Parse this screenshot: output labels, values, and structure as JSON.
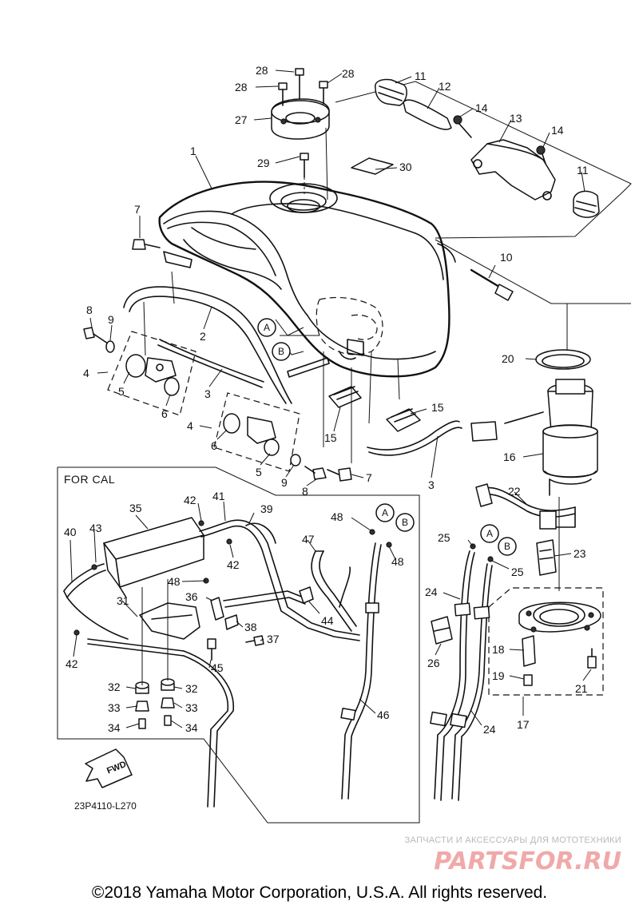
{
  "for_cal_label": "FOR CAL",
  "diagram_code": "23P4110-L270",
  "fwd_label": "FWD",
  "watermark": {
    "tagline": "ЗАПЧАСТИ И АКСЕССУАРЫ ДЛЯ МОТОТЕХНИКИ",
    "brand": "PARTSFOR.RU"
  },
  "copyright": "©2018 Yamaha Motor Corporation, U.S.A. All rights reserved.",
  "ref_letters": [
    "A",
    "B"
  ],
  "callouts": {
    "c1": "1",
    "c2": "2",
    "c3a": "3",
    "c3b": "3",
    "c4a": "4",
    "c4b": "4",
    "c5a": "5",
    "c5b": "5",
    "c6a": "6",
    "c6b": "6",
    "c7a": "7",
    "c7b": "7",
    "c8a": "8",
    "c8b": "8",
    "c9a": "9",
    "c9b": "9",
    "c10": "10",
    "c11a": "11",
    "c11b": "11",
    "c12": "12",
    "c13": "13",
    "c14a": "14",
    "c14b": "14",
    "c15a": "15",
    "c15b": "15",
    "c16": "16",
    "c17": "17",
    "c18": "18",
    "c19": "19",
    "c20": "20",
    "c21": "21",
    "c22": "22",
    "c23": "23",
    "c24a": "24",
    "c24b": "24",
    "c25a": "25",
    "c25b": "25",
    "c26": "26",
    "c27": "27",
    "c28a": "28",
    "c28b": "28",
    "c28c": "28",
    "c29": "29",
    "c30": "30",
    "c31": "31",
    "c32a": "32",
    "c32b": "32",
    "c33a": "33",
    "c33b": "33",
    "c34a": "34",
    "c34b": "34",
    "c35": "35",
    "c36": "36",
    "c37": "37",
    "c38": "38",
    "c39": "39",
    "c40": "40",
    "c41": "41",
    "c42a": "42",
    "c42b": "42",
    "c42c": "42",
    "c43": "43",
    "c44": "44",
    "c45": "45",
    "c46": "46",
    "c47": "47",
    "c48a": "48",
    "c48b": "48",
    "c48c": "48"
  }
}
